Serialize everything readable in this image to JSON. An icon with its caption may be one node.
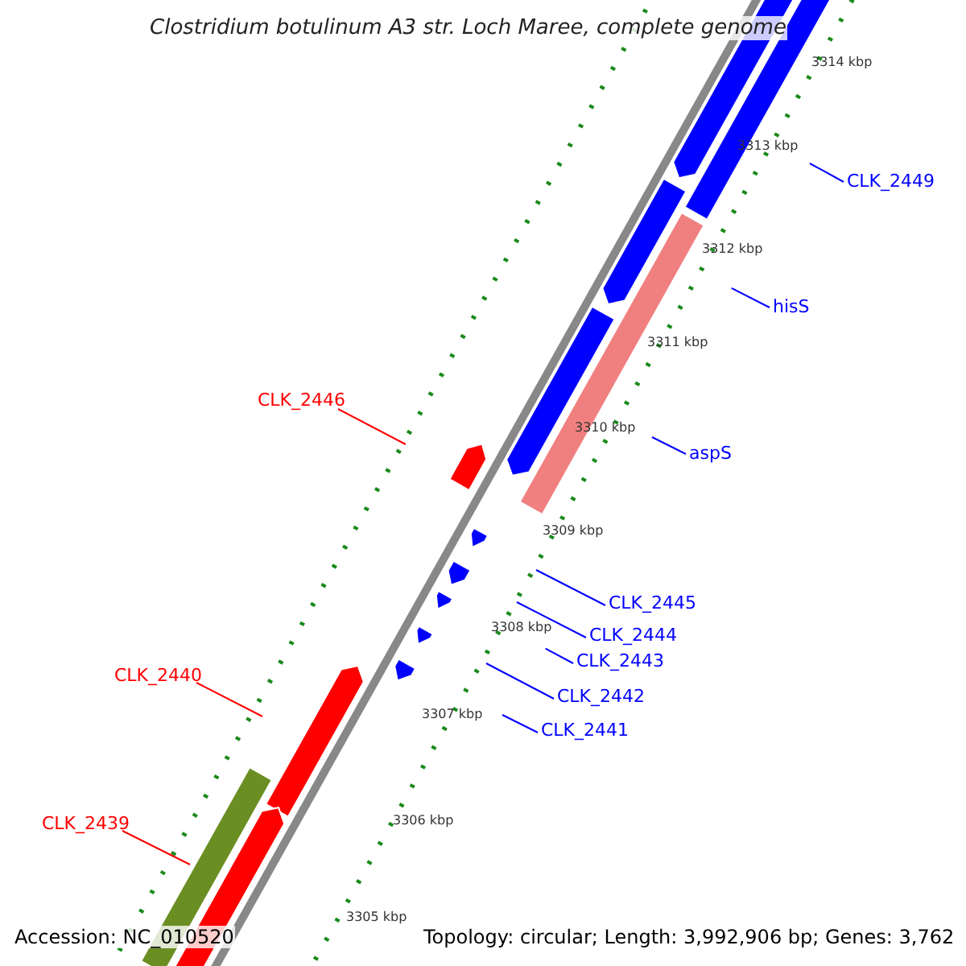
{
  "diagram": {
    "title": "Clostridium botulinum A3 str. Loch Maree, complete genome",
    "nodes": [
      {
        "text": [
          "CLK_2449"
        ]
      },
      {
        "text": [
          "hisS"
        ]
      },
      {
        "text": [
          "CLK_2446"
        ]
      },
      {
        "text": [
          "aspS"
        ]
      },
      {
        "text": [
          "CLK_2445"
        ]
      },
      {
        "text": [
          "CLK_2444"
        ]
      },
      {
        "text": [
          "CLK_2443"
        ]
      },
      {
        "text": [
          "CLK_2442"
        ]
      },
      {
        "text": [
          "CLK_2441"
        ]
      },
      {
        "text": [
          "CLK_2440"
        ]
      },
      {
        "text": [
          "CLK_2439"
        ]
      }
    ],
    "edges": [
      {
        "from": 0,
        "to": null,
        "arrow": "none"
      },
      {
        "from": 1,
        "to": null,
        "arrow": "none"
      },
      {
        "from": 2,
        "to": null,
        "arrow": "none",
        "color": "#ff0000"
      },
      {
        "from": 3,
        "to": null,
        "arrow": "none"
      },
      {
        "from": 4,
        "to": null,
        "arrow": "none"
      },
      {
        "from": 5,
        "to": null,
        "arrow": "none"
      },
      {
        "from": 6,
        "to": null,
        "arrow": "none"
      },
      {
        "from": 7,
        "to": null,
        "arrow": "none"
      },
      {
        "from": 8,
        "to": null,
        "arrow": "none"
      },
      {
        "from": 9,
        "to": null,
        "arrow": "none",
        "color": "#ff0000"
      },
      {
        "from": 10,
        "to": null,
        "arrow": "none",
        "color": "#ff0000"
      }
    ],
    "labels": [
      "3314 kbp",
      "3313 kbp",
      "3312 kbp",
      "3311 kbp",
      "3310 kbp",
      "3309 kbp",
      "3308 kbp",
      "3307 kbp",
      "3306 kbp",
      "3305 kbp",
      "Accession: NC_010520",
      "Topology: circular; Length: 3,992,906 bp; Genes: 3,762"
    ]
  }
}
